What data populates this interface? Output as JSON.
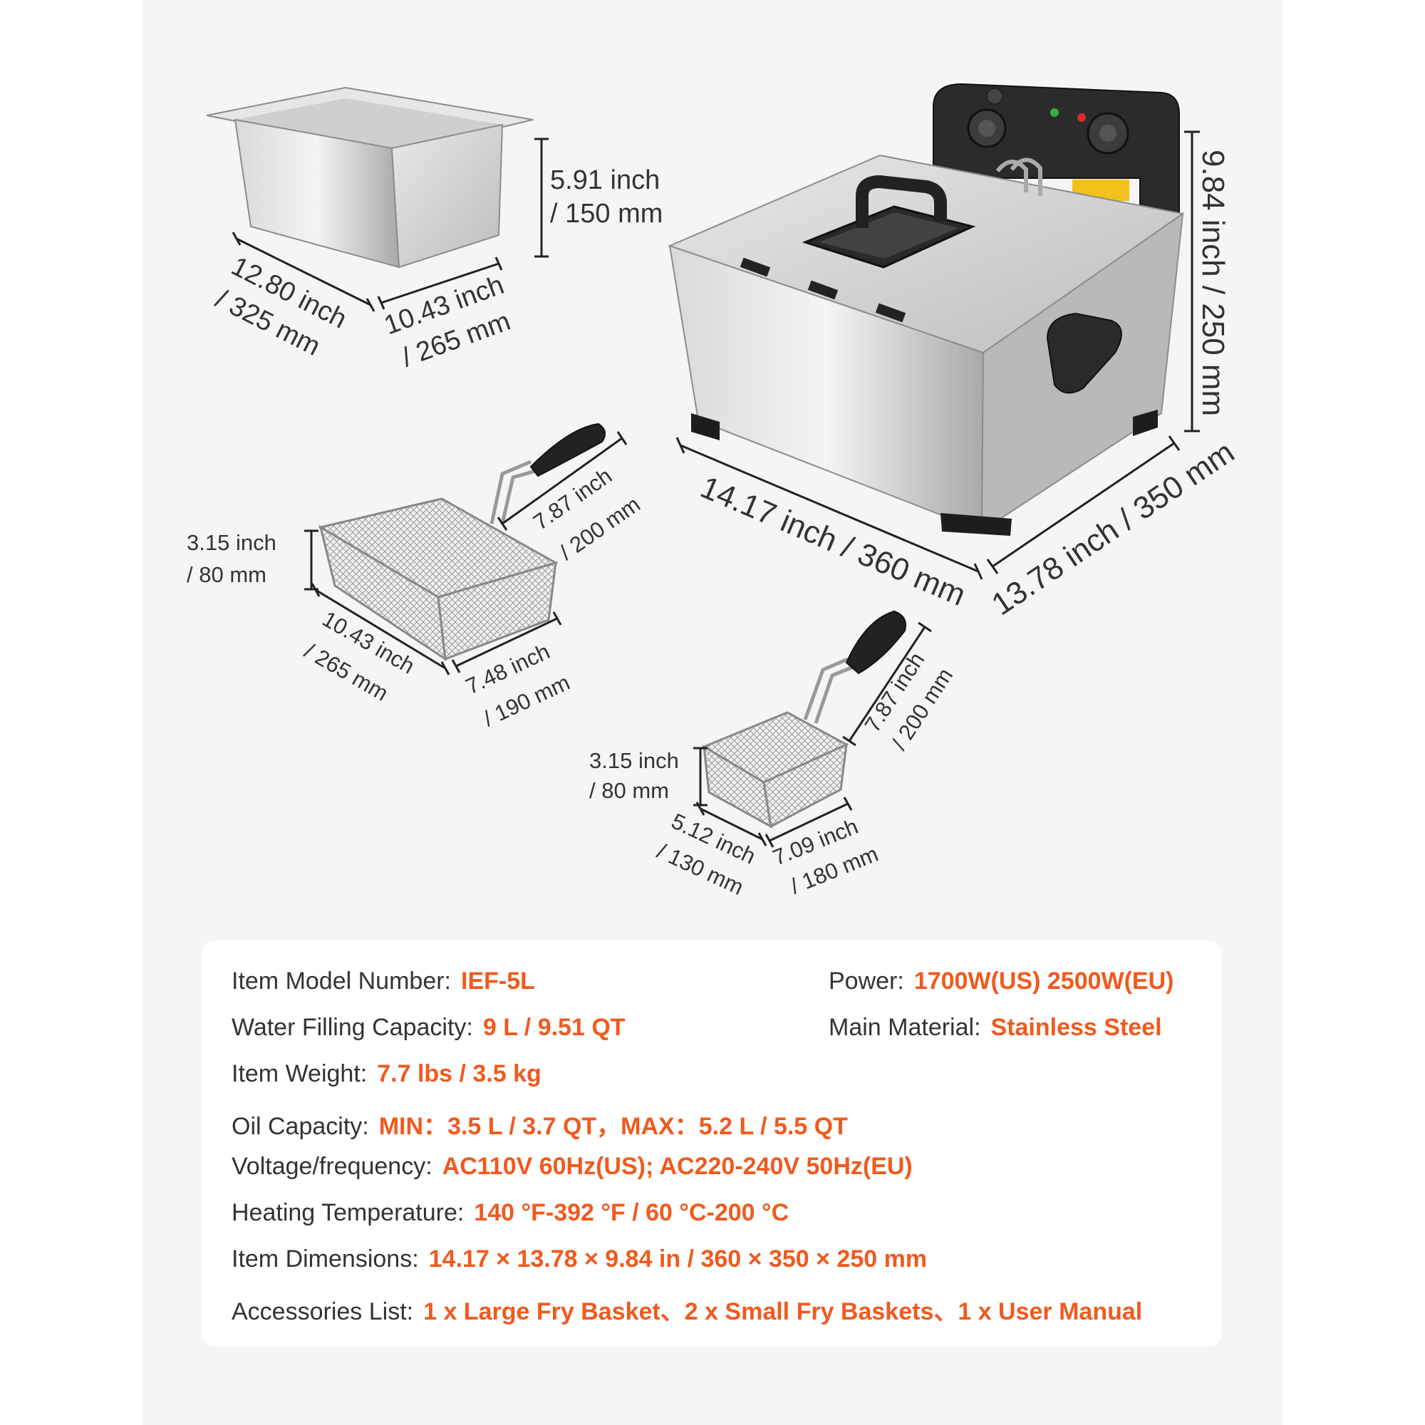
{
  "dimensions": {
    "pan": {
      "height": [
        "5.91 inch",
        "/ 150 mm"
      ],
      "length": [
        "12.80 inch",
        "/ 325 mm"
      ],
      "width": [
        "10.43 inch",
        "/ 265 mm"
      ]
    },
    "fryer": {
      "height": "9.84 inch / 250 mm",
      "length": "14.17 inch / 360 mm",
      "depth": "13.78 inch / 350 mm"
    },
    "large_basket": {
      "height": [
        "3.15 inch",
        "/ 80 mm"
      ],
      "length": [
        "10.43 inch",
        "/ 265 mm"
      ],
      "width": [
        "7.48 inch",
        "/ 190 mm"
      ],
      "handle": [
        "7.87 inch",
        "/ 200 mm"
      ]
    },
    "small_basket": {
      "height": [
        "3.15 inch",
        "/ 80 mm"
      ],
      "length": [
        "5.12 inch",
        "/ 130 mm"
      ],
      "width": [
        "7.09 inch",
        "/ 180 mm"
      ],
      "handle": [
        "7.87 inch",
        "/ 200 mm"
      ]
    }
  },
  "specs": {
    "model": {
      "label": "Item Model Number:",
      "value": "IEF-5L"
    },
    "power": {
      "label": "Power:",
      "value": "1700W(US) 2500W(EU)"
    },
    "water": {
      "label": "Water Filling Capacity:",
      "value": "9 L / 9.51 QT"
    },
    "material": {
      "label": "Main Material:",
      "value": "Stainless Steel"
    },
    "weight": {
      "label": "Item Weight:",
      "value": "7.7 lbs / 3.5 kg"
    },
    "oil": {
      "label": "Oil Capacity:",
      "value": "MIN：3.5 L / 3.7 QT，MAX：5.2 L / 5.5 QT"
    },
    "voltage": {
      "label": "Voltage/frequency:",
      "value": "AC110V 60Hz(US); AC220-240V 50Hz(EU)"
    },
    "temperature": {
      "label": "Heating Temperature:",
      "value": "140 °F-392 °F / 60 °C-200 °C"
    },
    "dimensions": {
      "label": "Item Dimensions:",
      "value": "14.17 × 13.78 × 9.84 in / 360 × 350 × 250 mm"
    },
    "accessories": {
      "label": "Accessories List:",
      "value": "1 x Large Fry Basket、2 x Small Fry Baskets、1 x User Manual"
    }
  },
  "colors": {
    "accent": "#f05a1e",
    "text": "#333333",
    "panel": "#f5f5f5"
  }
}
